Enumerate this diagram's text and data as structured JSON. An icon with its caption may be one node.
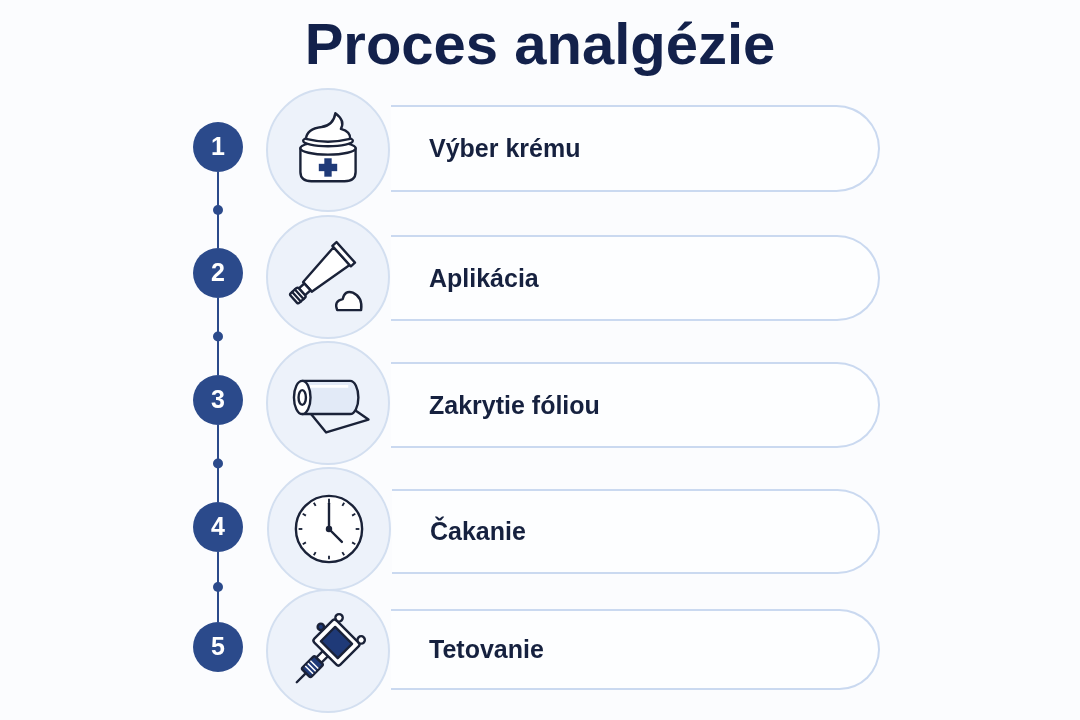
{
  "diagram": {
    "title": "Proces analgézie",
    "nodes": [
      {
        "text": [
          "1"
        ]
      },
      {
        "text": [],
        "shape": "picture"
      },
      {
        "text": [
          "Výber krému"
        ]
      },
      {
        "text": [
          "2"
        ]
      },
      {
        "text": [],
        "shape": "picture"
      },
      {
        "text": [
          "Aplikácia"
        ]
      },
      {
        "text": [
          "3"
        ]
      },
      {
        "text": [],
        "shape": "picture"
      },
      {
        "text": [
          "Zakrytie fóliou"
        ]
      },
      {
        "text": [
          "4"
        ]
      },
      {
        "text": [],
        "shape": "picture"
      },
      {
        "text": [
          "Čakanie"
        ]
      },
      {
        "text": [
          "5"
        ]
      },
      {
        "text": [],
        "shape": "picture"
      },
      {
        "text": [
          "Tetovanie"
        ]
      }
    ],
    "edges": [
      {
        "from": 0,
        "to": 3,
        "arrow": "none"
      },
      {
        "from": 3,
        "to": 6,
        "arrow": "none"
      },
      {
        "from": 6,
        "to": 9,
        "arrow": "none"
      },
      {
        "from": 9,
        "to": 12,
        "arrow": "none"
      }
    ]
  }
}
